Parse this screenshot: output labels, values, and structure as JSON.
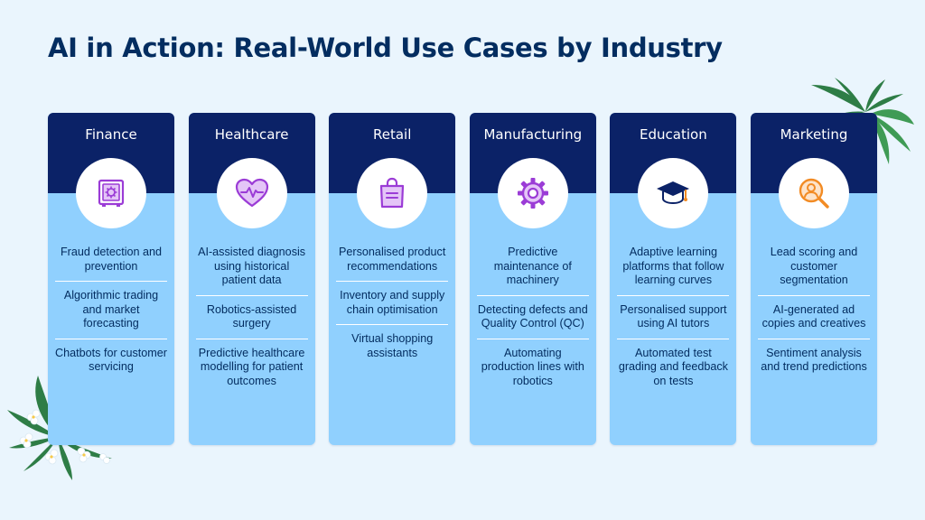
{
  "title": "AI in Action: Real-World Use Cases by Industry",
  "colors": {
    "background": "#eaf5fd",
    "title": "#032d60",
    "card_header": "#0b2267",
    "card_body": "#90d0fe",
    "icon_purple": "#9b3cd6",
    "icon_orange": "#f28b24"
  },
  "industries": [
    {
      "name": "Finance",
      "icon": "safe-icon",
      "items": [
        "Fraud detection and prevention",
        "Algorithmic trading and market forecasting",
        "Chatbots for customer servicing"
      ]
    },
    {
      "name": "Healthcare",
      "icon": "heart-pulse-icon",
      "items": [
        "AI-assisted diagnosis using historical patient data",
        "Robotics-assisted surgery",
        "Predictive healthcare modelling for patient outcomes"
      ]
    },
    {
      "name": "Retail",
      "icon": "shopping-bag-icon",
      "items": [
        "Personalised product recommendations",
        "Inventory and supply chain optimisation",
        "Virtual shopping assistants"
      ]
    },
    {
      "name": "Manufacturing",
      "icon": "gear-icon",
      "items": [
        "Predictive maintenance of machinery",
        "Detecting defects and Quality Control (QC)",
        "Automating production lines with robotics"
      ]
    },
    {
      "name": "Education",
      "icon": "graduation-cap-icon",
      "items": [
        "Adaptive learning platforms that follow learning curves",
        "Personalised support using AI tutors",
        "Automated test grading and feedback on tests"
      ]
    },
    {
      "name": "Marketing",
      "icon": "user-search-icon",
      "items": [
        "Lead scoring and customer segmentation",
        "AI-generated ad copies and creatives",
        "Sentiment analysis and trend predictions"
      ]
    }
  ]
}
